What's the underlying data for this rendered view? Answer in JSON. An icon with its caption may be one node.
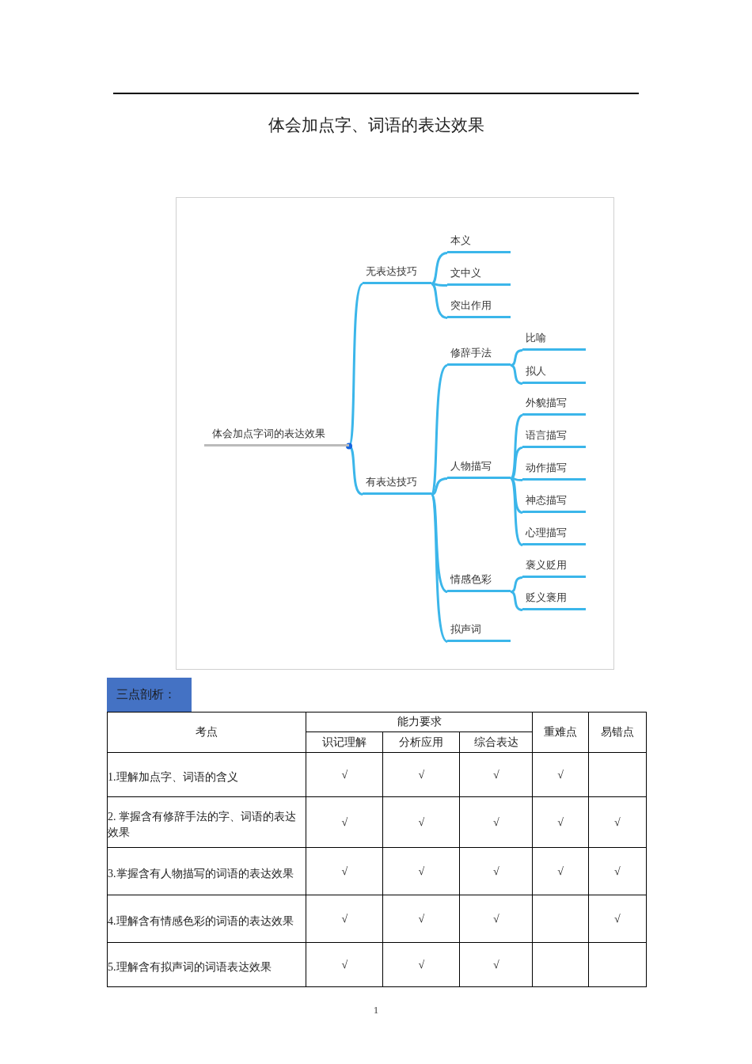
{
  "diagram": {
    "title": "体会加点字、词语的表达效果",
    "nodes": [
      {
        "text": [
          "体会加点字词的表达效果"
        ]
      },
      {
        "text": [
          "无表达技巧"
        ]
      },
      {
        "text": [
          "本义"
        ]
      },
      {
        "text": [
          "文中义"
        ]
      },
      {
        "text": [
          "突出作用"
        ]
      },
      {
        "text": [
          "有表达技巧"
        ]
      },
      {
        "text": [
          "修辞手法"
        ]
      },
      {
        "text": [
          "比喻"
        ]
      },
      {
        "text": [
          "拟人"
        ]
      },
      {
        "text": [
          "人物描写"
        ]
      },
      {
        "text": [
          "外貌描写"
        ]
      },
      {
        "text": [
          "语言描写"
        ]
      },
      {
        "text": [
          "动作描写"
        ]
      },
      {
        "text": [
          "神态描写"
        ]
      },
      {
        "text": [
          "心理描写"
        ]
      },
      {
        "text": [
          "情感色彩"
        ]
      },
      {
        "text": [
          "褒义贬用"
        ]
      },
      {
        "text": [
          "贬义褒用"
        ]
      },
      {
        "text": [
          "拟声词"
        ]
      },
      {
        "text": [
          "三点剖析："
        ]
      }
    ],
    "edges": [
      {
        "from": 0,
        "to": 1,
        "arrow": "none"
      },
      {
        "from": 1,
        "to": 2,
        "arrow": "none"
      },
      {
        "from": 1,
        "to": 3,
        "arrow": "none"
      },
      {
        "from": 1,
        "to": 4,
        "arrow": "none"
      },
      {
        "from": 0,
        "to": 5,
        "arrow": "none"
      },
      {
        "from": 5,
        "to": 6,
        "arrow": "none"
      },
      {
        "from": 6,
        "to": 7,
        "arrow": "none"
      },
      {
        "from": 6,
        "to": 8,
        "arrow": "none"
      },
      {
        "from": 5,
        "to": 9,
        "arrow": "none"
      },
      {
        "from": 9,
        "to": 10,
        "arrow": "none"
      },
      {
        "from": 9,
        "to": 11,
        "arrow": "none"
      },
      {
        "from": 9,
        "to": 12,
        "arrow": "none"
      },
      {
        "from": 9,
        "to": 13,
        "arrow": "none"
      },
      {
        "from": 9,
        "to": 14,
        "arrow": "none"
      },
      {
        "from": 5,
        "to": 15,
        "arrow": "none"
      },
      {
        "from": 15,
        "to": 16,
        "arrow": "none"
      },
      {
        "from": 15,
        "to": 17,
        "arrow": "none"
      },
      {
        "from": 5,
        "to": 18,
        "arrow": "none"
      }
    ],
    "labels": [
      "考点",
      "能力要求",
      "重难点",
      "易错点",
      "识记理解",
      "分析应用",
      "综合表达",
      "1.理解加点字、词语的含义",
      "√",
      "√",
      "√",
      "√",
      "2. 掌握含有修辞手法的字、词语的表达效果",
      "√",
      "√",
      "√",
      "√",
      "√",
      "3.掌握含有人物描写的词语的表达效果",
      "√",
      "√",
      "√",
      "√",
      "√",
      "4.理解含有情感色彩的词语的表达效果",
      "√",
      "√",
      "√",
      "√",
      "5.理解含有拟声词的词语表达效果",
      "√",
      "√",
      "√",
      "1"
    ]
  }
}
